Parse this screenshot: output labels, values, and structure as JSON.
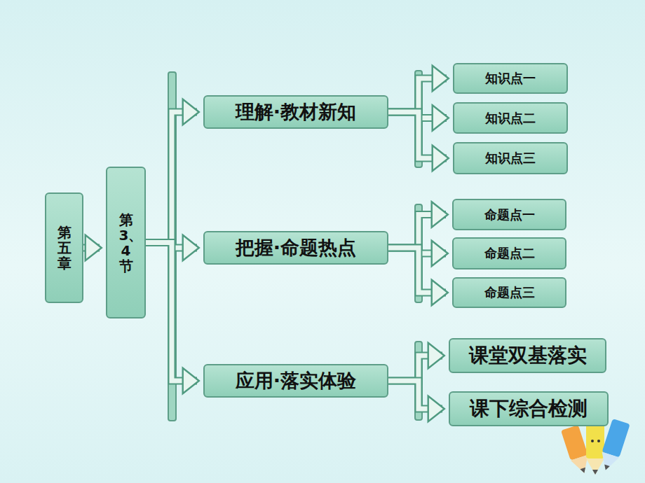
{
  "diagram": {
    "nodes": [
      {
        "text": [
          "第五章"
        ]
      },
      {
        "text": [
          "第3、4节"
        ]
      },
      {
        "text": [
          "理解·教材新知"
        ]
      },
      {
        "text": [
          "把握·命题热点"
        ]
      },
      {
        "text": [
          "应用·落实体验"
        ]
      },
      {
        "text": [
          "知识点一"
        ]
      },
      {
        "text": [
          "知识点二"
        ]
      },
      {
        "text": [
          "知识点三"
        ]
      },
      {
        "text": [
          "命题点一"
        ]
      },
      {
        "text": [
          "命题点二"
        ]
      },
      {
        "text": [
          "命题点三"
        ]
      },
      {
        "text": [
          "课堂双基落实"
        ]
      },
      {
        "text": [
          "课下综合检测"
        ]
      }
    ],
    "edges": [
      {
        "from": 0,
        "to": 1,
        "arrow": "to"
      },
      {
        "from": 1,
        "to": 2,
        "arrow": "to"
      },
      {
        "from": 1,
        "to": 3,
        "arrow": "to"
      },
      {
        "from": 1,
        "to": 4,
        "arrow": "to"
      },
      {
        "from": 2,
        "to": 5,
        "arrow": "to"
      },
      {
        "from": 2,
        "to": 6,
        "arrow": "to"
      },
      {
        "from": 2,
        "to": 7,
        "arrow": "to"
      },
      {
        "from": 3,
        "to": 8,
        "arrow": "to"
      },
      {
        "from": 3,
        "to": 9,
        "arrow": "to"
      },
      {
        "from": 3,
        "to": 10,
        "arrow": "to"
      },
      {
        "from": 4,
        "to": 11,
        "arrow": "to"
      },
      {
        "from": 4,
        "to": 12,
        "arrow": "to"
      }
    ]
  }
}
